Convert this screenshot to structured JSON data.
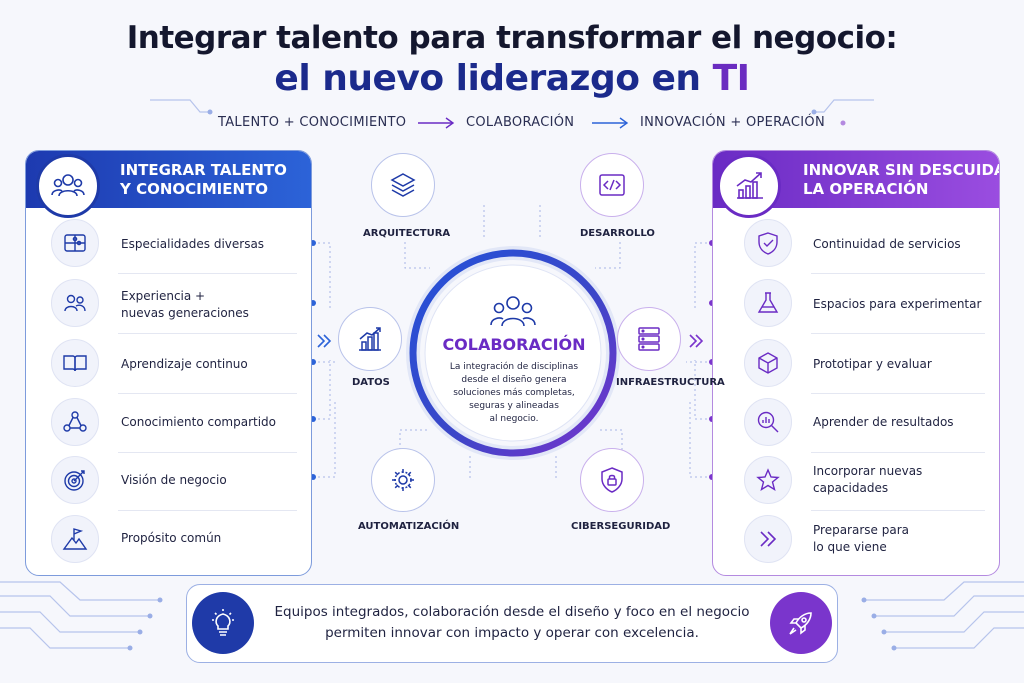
{
  "header": {
    "title_line1": "Integrar talento para transformar el negocio:",
    "title_line2_main": "el nuevo liderazgo en",
    "title_line2_accent": "TI"
  },
  "flow": {
    "step1": "TALENTO + CONOCIMIENTO",
    "step2": "COLABORACIÓN",
    "step3": "INNOVACIÓN + OPERACIÓN"
  },
  "left_panel": {
    "title_line1": "INTEGRAR TALENTO",
    "title_line2": "Y CONOCIMIENTO",
    "items": [
      {
        "label1": "Especialidades diversas",
        "label2": "",
        "icon": "puzzle-icon"
      },
      {
        "label1": "Experiencia +",
        "label2": "nuevas generaciones",
        "icon": "people-icon"
      },
      {
        "label1": "Aprendizaje continuo",
        "label2": "",
        "icon": "book-icon"
      },
      {
        "label1": "Conocimiento compartido",
        "label2": "",
        "icon": "network-icon"
      },
      {
        "label1": "Visión de negocio",
        "label2": "",
        "icon": "target-icon"
      },
      {
        "label1": "Propósito común",
        "label2": "",
        "icon": "flag-icon"
      }
    ]
  },
  "right_panel": {
    "title_line1": "INNOVAR SIN DESCUIDAR",
    "title_line2": "LA OPERACIÓN",
    "items": [
      {
        "label1": "Continuidad de servicios",
        "label2": "",
        "icon": "shield-check-icon"
      },
      {
        "label1": "Espacios para experimentar",
        "label2": "",
        "icon": "flask-icon"
      },
      {
        "label1": "Prototipar y evaluar",
        "label2": "",
        "icon": "cube-icon"
      },
      {
        "label1": "Aprender de resultados",
        "label2": "",
        "icon": "magnifier-chart-icon"
      },
      {
        "label1": "Incorporar nuevas",
        "label2": "capacidades",
        "icon": "star-icon"
      },
      {
        "label1": "Prepararse para",
        "label2": "lo que viene",
        "icon": "double-chevron-icon"
      }
    ]
  },
  "center": {
    "title": "COLABORACIÓN",
    "desc_lines": [
      "La integración de disciplinas",
      "desde el diseño genera",
      "soluciones más completas,",
      "seguras y alineadas",
      "al negocio."
    ],
    "nodes": {
      "arquitectura": "ARQUITECTURA",
      "desarrollo": "DESARROLLO",
      "datos": "DATOS",
      "infraestructura": "INFRAESTRUCTURA",
      "automatizacion": "AUTOMATIZACIÓN",
      "ciberseguridad": "CIBERSEGURIDAD"
    }
  },
  "bottom": {
    "line1": "Equipos integrados, colaboración desde el diseño y foco en el negocio",
    "line2": "permiten innovar con impacto y operar con excelencia."
  },
  "colors": {
    "navy": "#1b2a8c",
    "blue": "#2c63d8",
    "purple": "#6a2bc4",
    "violet": "#9a4de0"
  }
}
